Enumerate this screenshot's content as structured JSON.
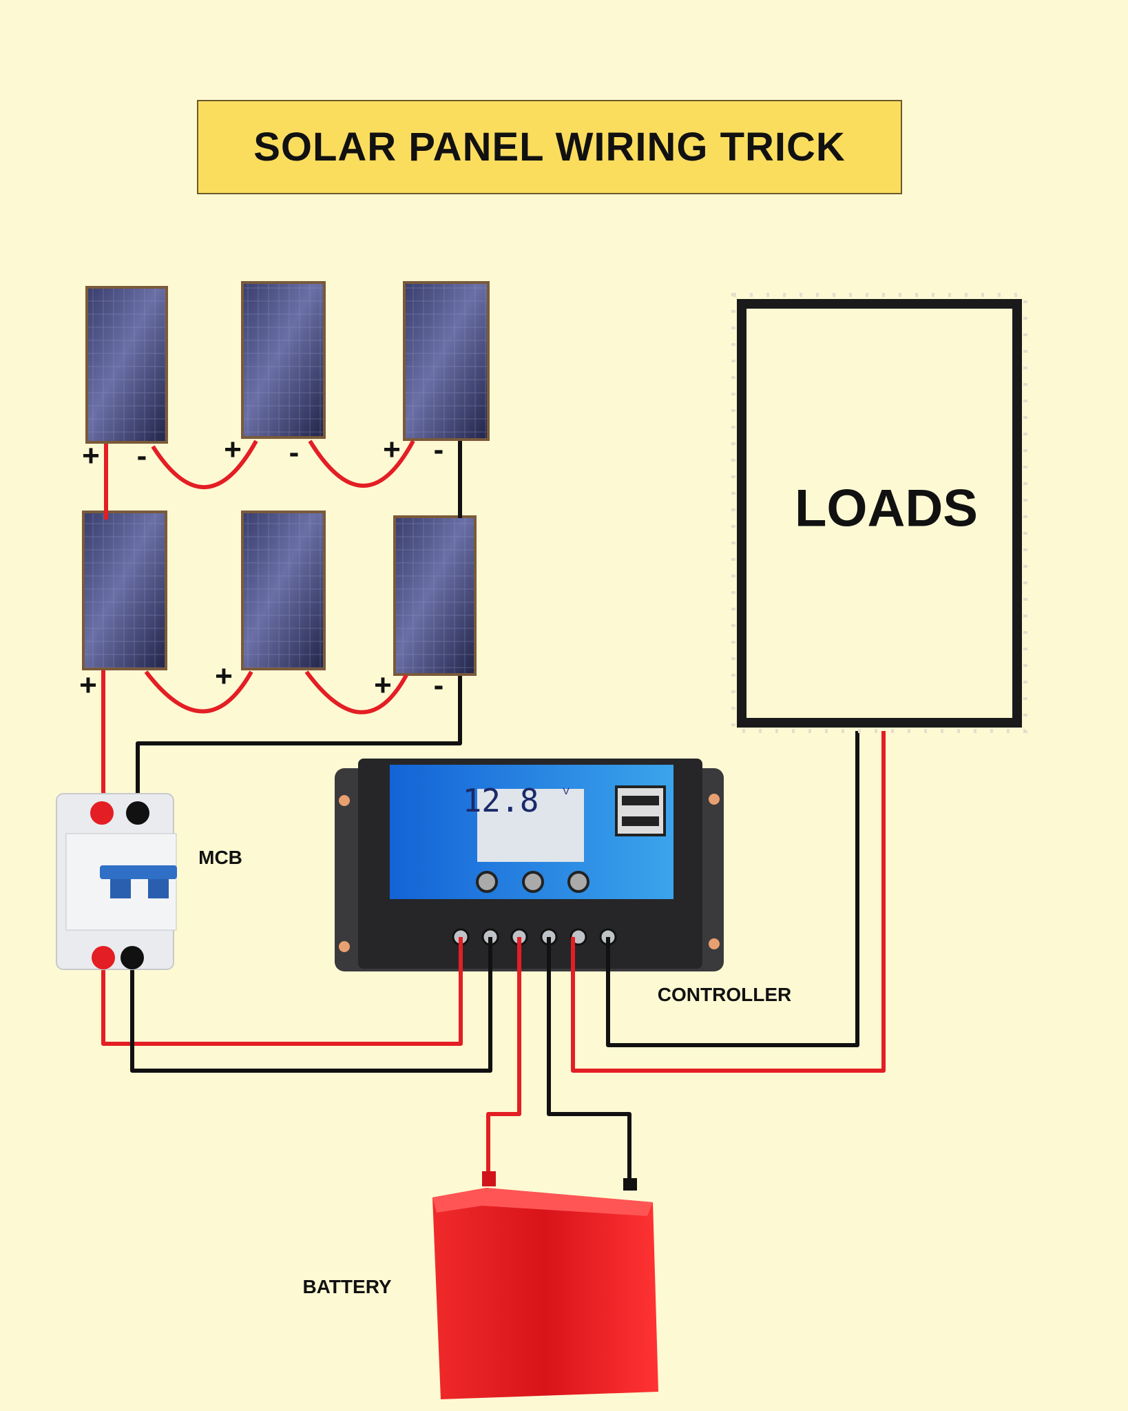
{
  "title": "SOLAR PANEL WIRING TRICK",
  "labels": {
    "loads": "LOADS",
    "mcb": "MCB",
    "controller": "CONTROLLER",
    "battery": "BATTERY"
  },
  "controller_display": {
    "reading": "12.8",
    "unit": "V"
  },
  "polarity": {
    "plus": "+",
    "minus": "-"
  },
  "colors": {
    "background": "#fdf9d3",
    "title_bg": "#fbdd5e",
    "positive_wire": "#e31e24",
    "negative_wire": "#111111",
    "controller_face": "#1e7fe0",
    "battery": "#e8171c"
  }
}
